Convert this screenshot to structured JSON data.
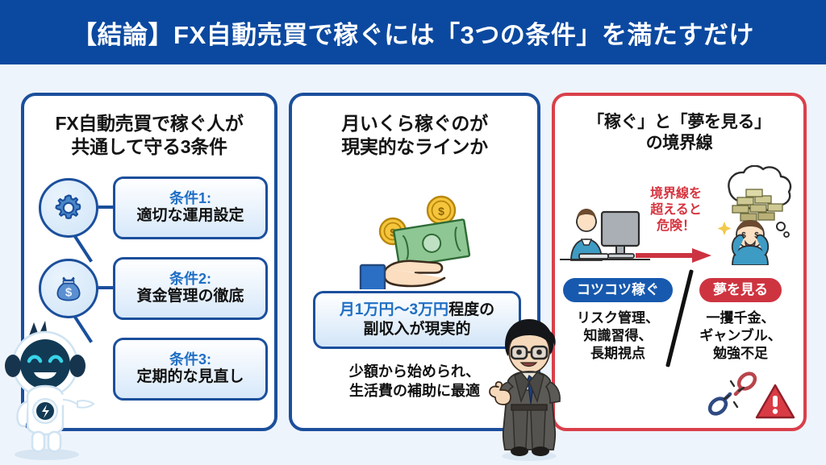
{
  "header": {
    "title": "【結論】FX自動売買で稼ぐには「3つの条件」を満たすだけ"
  },
  "colors": {
    "header_bg": "#0b49a0",
    "page_bg": "#eef4fb",
    "panel_border_blue": "#1b4f9c",
    "panel_border_red": "#d9404a",
    "accent_blue": "#1f6fc4",
    "accent_red": "#d6343f",
    "badge_blue": "#1759ae",
    "badge_red": "#ce3440"
  },
  "panels": [
    {
      "title": "FX自動売買で稼ぐ人が\n共通して守る3条件",
      "border": "blue",
      "conditions": [
        {
          "num": "条件1:",
          "text": "適切な運用設定",
          "icon": "gear-icon"
        },
        {
          "num": "条件2:",
          "text": "資金管理の徹底",
          "icon": "money-bag-icon"
        },
        {
          "num": "条件3:",
          "text": "定期的な見直し",
          "icon": "none"
        }
      ],
      "mascot": "robot-mascot"
    },
    {
      "title": "月いくら稼ぐのが\n現実的なラインか",
      "border": "blue",
      "illustration": "hand-with-money-icon",
      "highlight": {
        "line1_blue": "月1万円～3万円",
        "line1_black": "程度の",
        "line2": "副収入が現実的"
      },
      "note": "少額から始められ、\n生活費の補助に最適",
      "mascot": "businessman-thumbsup"
    },
    {
      "title": "「稼ぐ」と「夢を見る」\nの境界線",
      "border": "red",
      "warning": "境界線を\n超えると\n危険！",
      "illustration_left": "person-at-computer-icon",
      "illustration_right": "person-dreaming-money-icon",
      "compare": {
        "left": {
          "badge": "コツコツ稼ぐ",
          "items": "リスク管理、\n知識習得、\n長期視点"
        },
        "right": {
          "badge": "夢を見る",
          "items": "一攫千金、\nギャンブル、\n勉強不足"
        }
      },
      "footer_icons": [
        "broken-chain-icon",
        "warning-triangle-icon"
      ]
    }
  ]
}
